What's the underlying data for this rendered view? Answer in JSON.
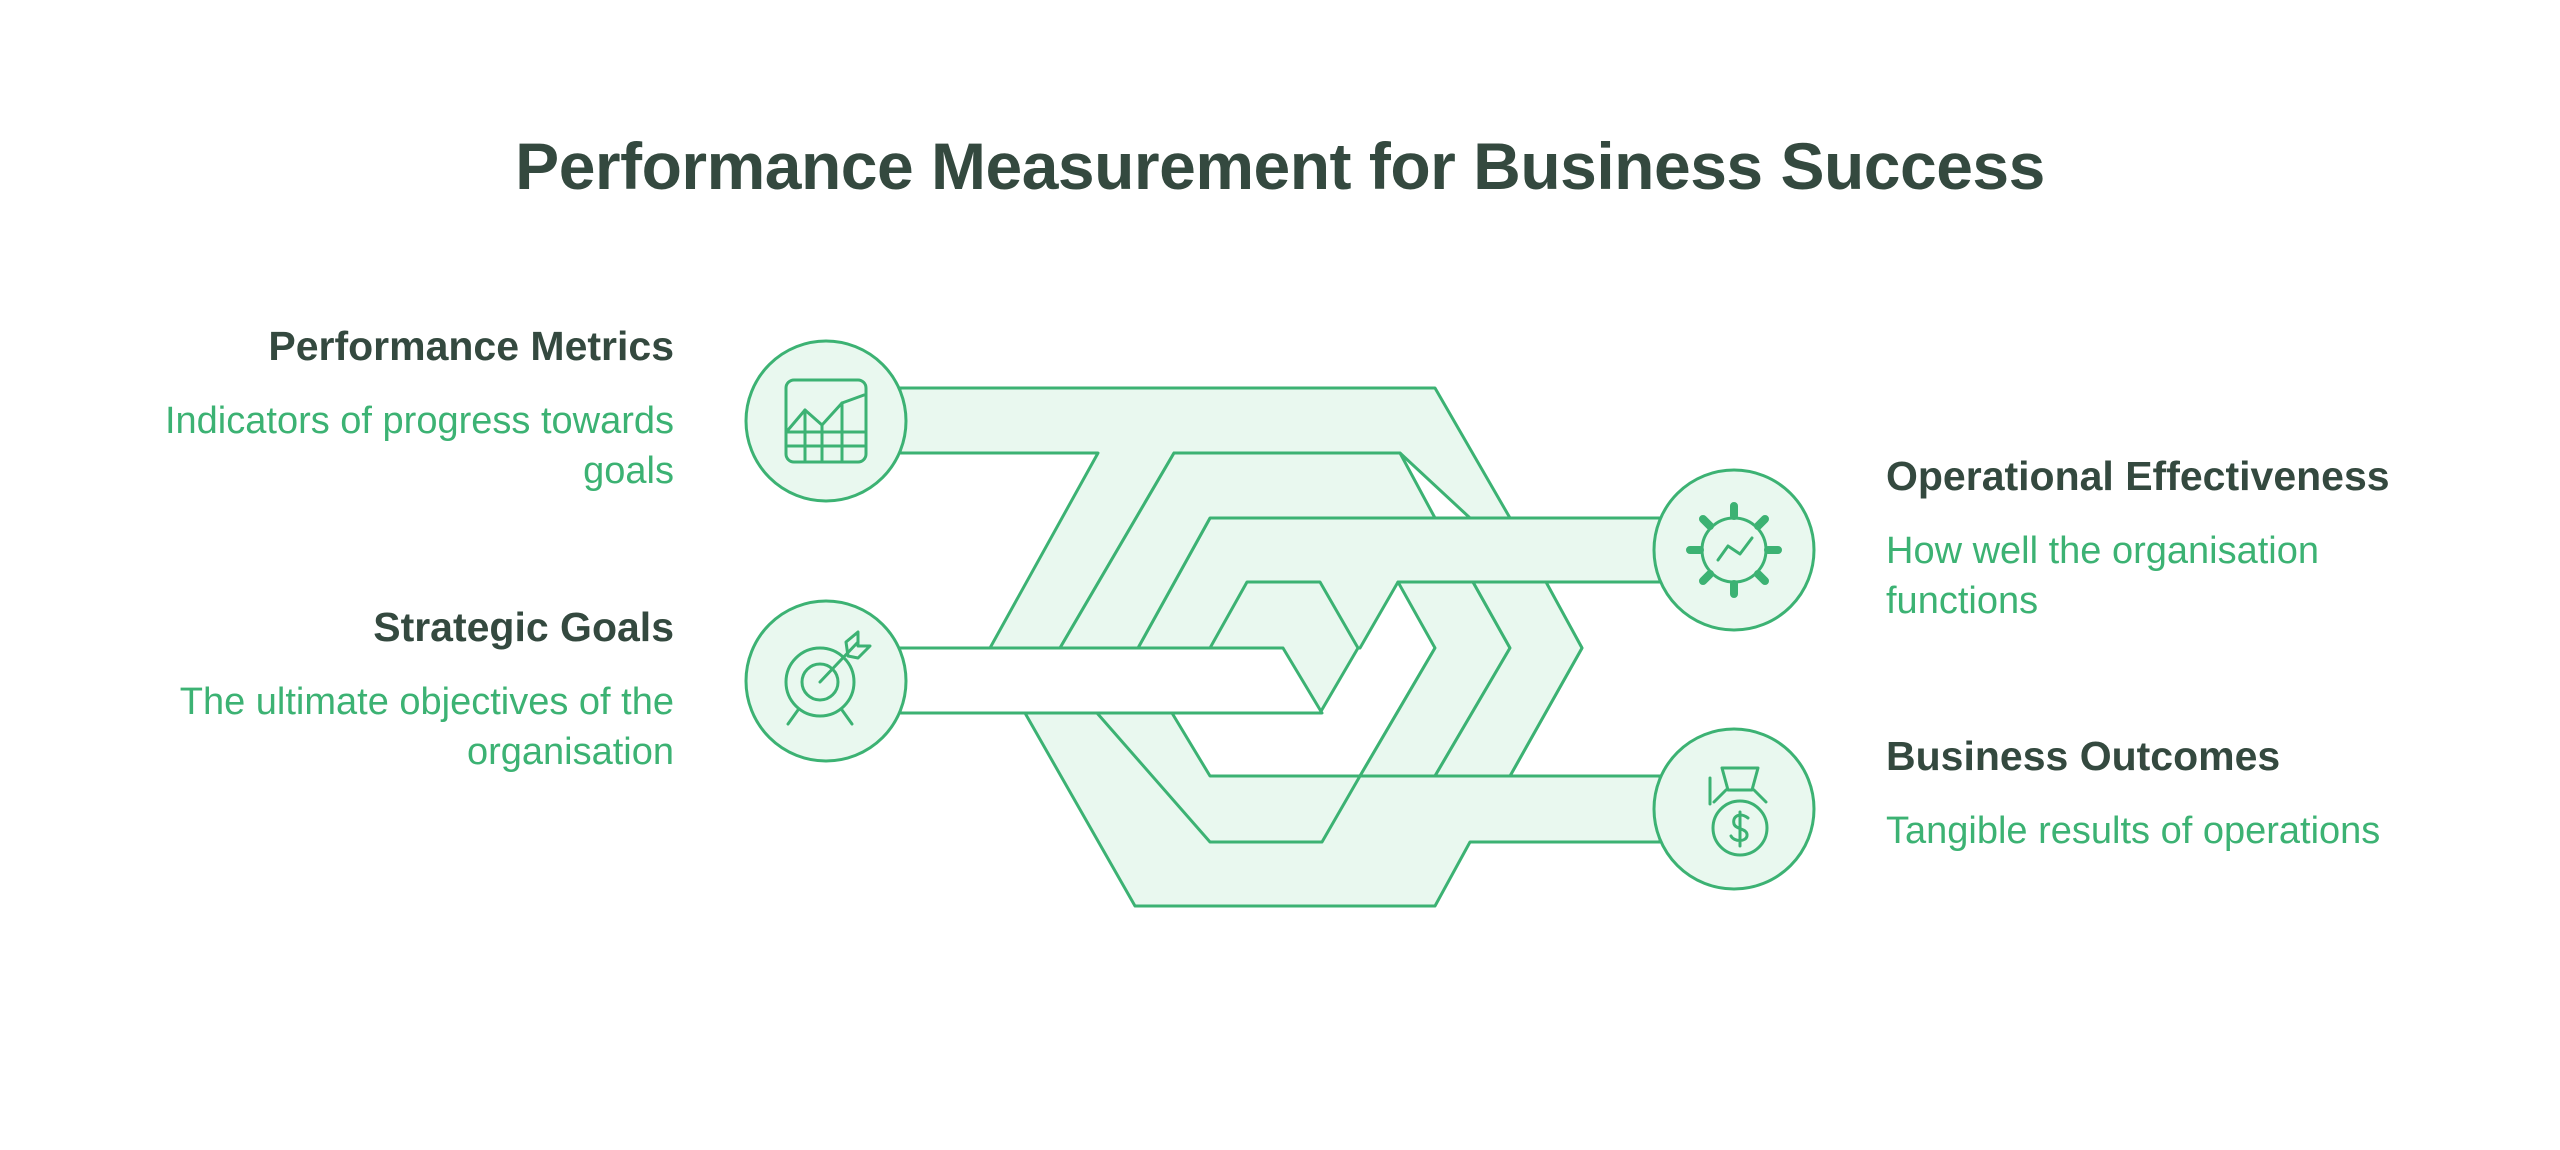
{
  "title": "Performance Measurement for Business Success",
  "colors": {
    "stroke": "#3cb273",
    "fill": "#e9f8ef",
    "heading": "#34493f",
    "text": "#3cb273"
  },
  "items": {
    "performance_metrics": {
      "heading": "Performance Metrics",
      "description": "Indicators of progress towards goals",
      "icon": "line-chart-icon"
    },
    "strategic_goals": {
      "heading": "Strategic Goals",
      "description": "The ultimate objectives of the organisation",
      "icon": "target-arrow-icon"
    },
    "operational_effectiveness": {
      "heading": "Operational Effectiveness",
      "description": "How well the organisation functions",
      "icon": "gear-chart-icon"
    },
    "business_outcomes": {
      "heading": "Business Outcomes",
      "description": "Tangible results of operations",
      "icon": "money-bag-icon"
    }
  }
}
